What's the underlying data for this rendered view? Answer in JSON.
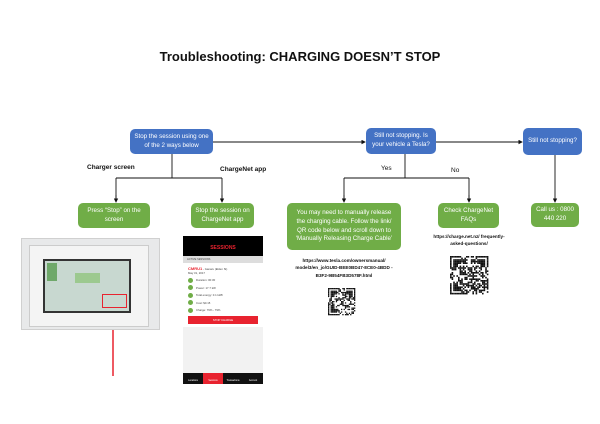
{
  "title": "Troubleshooting: CHARGING DOESN’T STOP",
  "nodes": {
    "stop_session": "Stop the session using one of the 2 ways below",
    "tesla_question": "Still not stopping. Is your vehicle a Tesla?",
    "still_not": "Still not stopping?",
    "press_stop": "Press “Stop” on the screen",
    "app_stop": "Stop the session on ChargeNet app",
    "tesla_release": "You may need to manually release the charging cable. Follow the link/ QR code below and scroll down to ‘Manually Releasing Charge Cable’",
    "check_faq": "Check ChargeNet FAQs",
    "call_us": "Call us : 0800 440 220"
  },
  "labels": {
    "charger_screen": "Charger screen",
    "chargenet_app": "ChargeNet app",
    "yes": "Yes",
    "no": "No"
  },
  "urls": {
    "tesla": "https://www.tesla.com/ownersmanual/ model3/en_jo/GUID-BEE0BD47-8CE0-4BDD -B3F2-9B54FB3D578F.html",
    "faq": "https://charge.net.nz/ frequently-asked-questions/"
  },
  "app": {
    "header": "SESSIONS",
    "tab": "ACTIVE SESSIONS",
    "site": "CMRU1",
    "site_sub": "- Ganaru (Elden St)",
    "date": "May 31, 2017",
    "rows": [
      "Duration: 00:30",
      "Power: 17.7 kW",
      "Total energy: 0.1 kWh",
      "Cost: $0.15",
      "Charge: 79% - 79%"
    ],
    "stop": "STOP CHARGE",
    "nav": [
      "Locations",
      "Sessions",
      "Transactions",
      "Account"
    ]
  },
  "colors": {
    "blue": "#4472c4",
    "green": "#70ad47",
    "red": "#e8232f"
  }
}
